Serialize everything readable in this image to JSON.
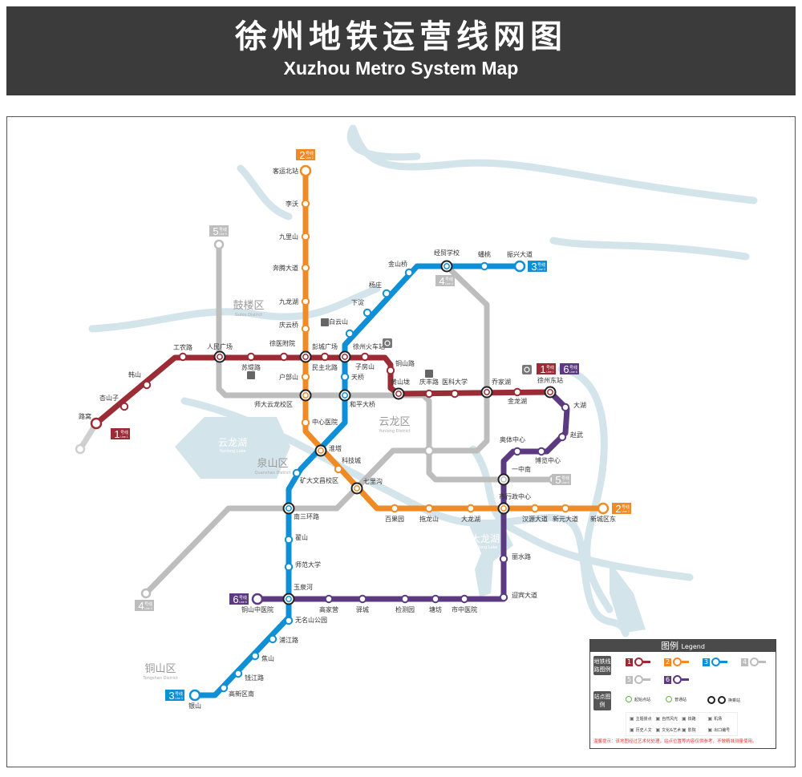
{
  "header": {
    "title_cn": "徐州地铁运营线网图",
    "title_en": "Xuzhou Metro System Map"
  },
  "lines": [
    {
      "id": "1",
      "suffix": "号线",
      "en": "Line 1",
      "color": "#9b2b35",
      "stations": [
        "路窝",
        "杏山子",
        "韩山",
        "工农路",
        "人民广场",
        "苏堤路",
        "徐医附院",
        "彭城广场",
        "民主北路",
        "徐州火车站",
        "子房山",
        "铜山路",
        "黄山垅",
        "庆丰路",
        "医科大学",
        "乔家湖",
        "金龙湖",
        "徐州东站"
      ]
    },
    {
      "id": "2",
      "suffix": "号线",
      "en": "Line 2",
      "color": "#f08a24",
      "stations": [
        "客运北站",
        "李沃",
        "九里山",
        "奔腾大道",
        "九龙湖",
        "庆云桥",
        "彭城广场",
        "户部山",
        "师大云龙校区",
        "中心医院",
        "淮塔",
        "科技城",
        "七里沟",
        "百果园",
        "拖龙山",
        "大龙湖",
        "市行政中心",
        "汉源大道",
        "新元大道",
        "新城区东"
      ]
    },
    {
      "id": "3",
      "suffix": "号线",
      "en": "Line 3",
      "color": "#0f8fd6",
      "stations": [
        "银山",
        "高新区南",
        "钱江路",
        "焦山",
        "浦江路",
        "无名山公园",
        "玉泉河",
        "师范大学",
        "翟山",
        "南三环路",
        "矿大文昌校区",
        "淮塔",
        "和平大桥",
        "天桥",
        "徐州火车站",
        "白云山",
        "下淀",
        "杨庄",
        "金山桥",
        "经贸学校",
        "蟠桃",
        "振兴大道"
      ]
    },
    {
      "id": "4",
      "suffix": "号线",
      "en": "Line 4",
      "color": "#bdbdbd",
      "stations": [
        "南三环路",
        "七里沟",
        "乔家湖",
        "经贸学校"
      ]
    },
    {
      "id": "5",
      "suffix": "号线",
      "en": "Line 5",
      "color": "#bdbdbd",
      "stations": [
        "人民广场",
        "师大云龙校区",
        "和平大桥",
        "黄山垅",
        "一中南"
      ]
    },
    {
      "id": "6",
      "suffix": "号线",
      "en": "Line 6",
      "color": "#5b3a82",
      "stations": [
        "铜山中医院",
        "玉泉河",
        "高家营",
        "驿城",
        "检测园",
        "塘坊",
        "市中医院",
        "迎宾大道",
        "丽水路",
        "市行政中心",
        "一中南",
        "奥体中心",
        "博览中心",
        "赵武",
        "大湖",
        "徐州东站"
      ]
    }
  ],
  "districts": [
    {
      "cn": "鼓楼区",
      "en": "Gulou District"
    },
    {
      "cn": "云龙区",
      "en": "Yunlong District"
    },
    {
      "cn": "泉山区",
      "en": "Quanshan District"
    },
    {
      "cn": "铜山区",
      "en": "Tongshan District"
    }
  ],
  "lakes": [
    {
      "cn": "云龙湖",
      "en": "Yunlong Lake"
    },
    {
      "cn": "大龙湖",
      "en": "Dalong Lake"
    }
  ],
  "water_color": "#d4e4eb",
  "legend": {
    "title_cn": "图例",
    "title_en": "Legend",
    "lines_tag": "地铁线路图例",
    "stations_tag": "站点图例",
    "station_types": [
      "起始点站",
      "普通站",
      "换乘站"
    ],
    "icons": [
      "主题景点",
      "自然风光",
      "铁路",
      "机场",
      "历史人文",
      "文化&艺术",
      "影院",
      "出口编号"
    ],
    "note": "温馨提示：该地图经过艺术化处理，站点位置等内容仅供参考，不做精准测量使用。"
  }
}
